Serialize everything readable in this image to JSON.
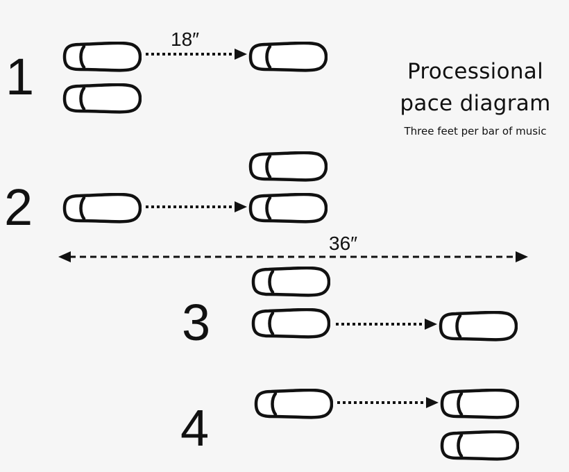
{
  "title": {
    "line1": "Processional",
    "line2": "pace diagram",
    "subtitle": "Three feet per bar of music"
  },
  "measurements": {
    "step_label": "18″",
    "span_label": "36″"
  },
  "steps": [
    {
      "number": "1"
    },
    {
      "number": "2"
    },
    {
      "number": "3"
    },
    {
      "number": "4"
    }
  ],
  "colors": {
    "ink": "#111111",
    "background": "#f6f6f6",
    "shoe_fill": "#ffffff"
  }
}
